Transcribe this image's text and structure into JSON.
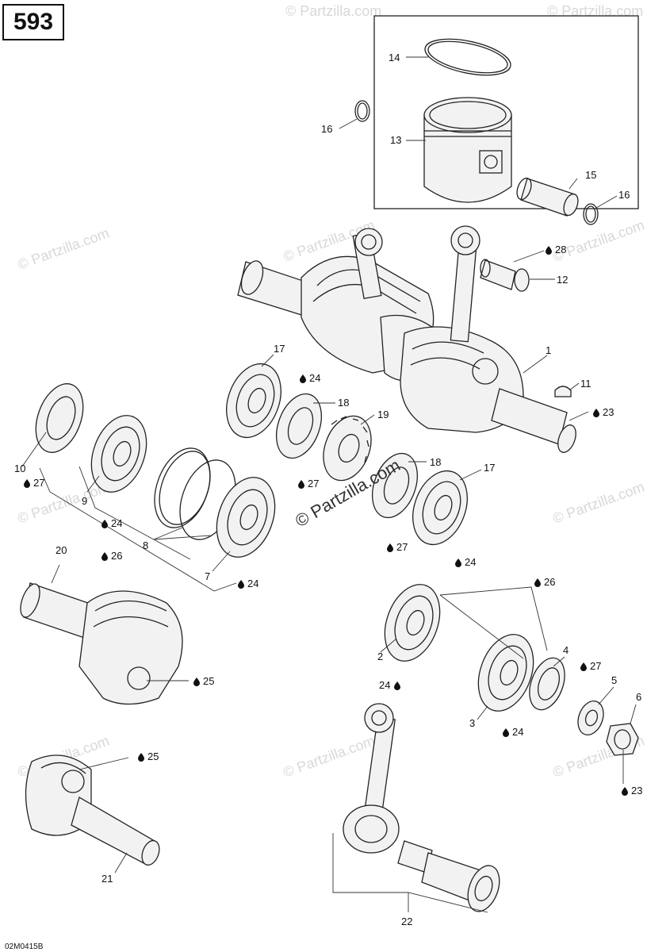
{
  "page_number": "593",
  "diagram_code": "02M0415B",
  "watermark": "© Partzilla.com",
  "watermark_center": "© Partzilla.com",
  "callouts": [
    {
      "id": "c14",
      "text": "14",
      "drop": false
    },
    {
      "id": "c16a",
      "text": "16",
      "drop": false
    },
    {
      "id": "c13",
      "text": "13",
      "drop": false
    },
    {
      "id": "c15",
      "text": "15",
      "drop": false
    },
    {
      "id": "c16b",
      "text": "16",
      "drop": false
    },
    {
      "id": "c28",
      "text": "28",
      "drop": true
    },
    {
      "id": "c12",
      "text": "12",
      "drop": false
    },
    {
      "id": "c1",
      "text": "1",
      "drop": false
    },
    {
      "id": "c11",
      "text": "11",
      "drop": false
    },
    {
      "id": "c23a",
      "text": "23",
      "drop": true
    },
    {
      "id": "c17a",
      "text": "17",
      "drop": false
    },
    {
      "id": "c24a",
      "text": "24",
      "drop": true
    },
    {
      "id": "c18a",
      "text": "18",
      "drop": false
    },
    {
      "id": "c19",
      "text": "19",
      "drop": false
    },
    {
      "id": "c27a",
      "text": "27",
      "drop": true
    },
    {
      "id": "c18b",
      "text": "18",
      "drop": false
    },
    {
      "id": "c17b",
      "text": "17",
      "drop": false
    },
    {
      "id": "c10",
      "text": "10",
      "drop": false
    },
    {
      "id": "c27b",
      "text": "27",
      "drop": true
    },
    {
      "id": "c9",
      "text": "9",
      "drop": false
    },
    {
      "id": "c24b",
      "text": "24",
      "drop": true
    },
    {
      "id": "c8",
      "text": "8",
      "drop": false
    },
    {
      "id": "c26a",
      "text": "26",
      "drop": true
    },
    {
      "id": "c7",
      "text": "7",
      "drop": false
    },
    {
      "id": "c24c",
      "text": "24",
      "drop": true
    },
    {
      "id": "c27c",
      "text": "27",
      "drop": true
    },
    {
      "id": "c24d",
      "text": "24",
      "drop": true
    },
    {
      "id": "c20",
      "text": "20",
      "drop": false
    },
    {
      "id": "c25a",
      "text": "25",
      "drop": true
    },
    {
      "id": "c26b",
      "text": "26",
      "drop": true
    },
    {
      "id": "c2",
      "text": "2",
      "drop": false
    },
    {
      "id": "c24e",
      "text": "24",
      "drop": true,
      "drop_after": true
    },
    {
      "id": "c4",
      "text": "4",
      "drop": false
    },
    {
      "id": "c27d",
      "text": "27",
      "drop": true
    },
    {
      "id": "c5",
      "text": "5",
      "drop": false
    },
    {
      "id": "c6",
      "text": "6",
      "drop": false
    },
    {
      "id": "c3",
      "text": "3",
      "drop": false
    },
    {
      "id": "c24f",
      "text": "24",
      "drop": true
    },
    {
      "id": "c23b",
      "text": "23",
      "drop": true
    },
    {
      "id": "c25b",
      "text": "25",
      "drop": true
    },
    {
      "id": "c21",
      "text": "21",
      "drop": false
    },
    {
      "id": "c22",
      "text": "22",
      "drop": false
    }
  ]
}
